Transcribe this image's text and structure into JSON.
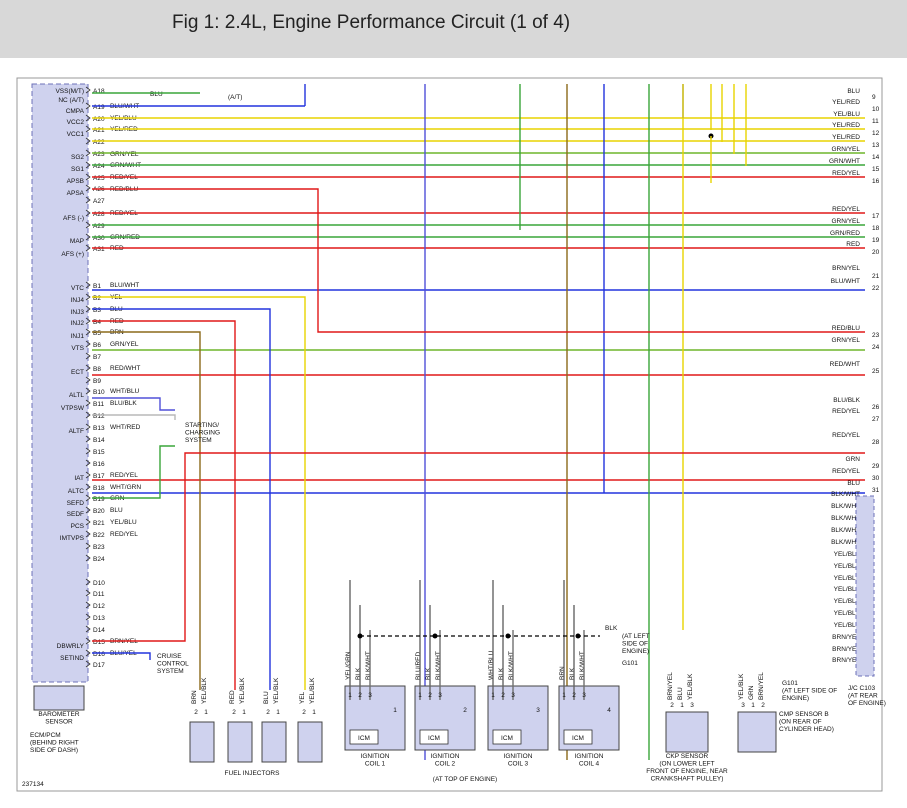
{
  "title": "Fig 1: 2.4L, Engine Performance Circuit (1 of 4)",
  "colors": {
    "blu": "#2233dd",
    "yel": "#e8d400",
    "red": "#e01818",
    "grn": "#3aa53a",
    "grnred": "#3aa53a",
    "grnyel": "#6fb52c",
    "brn": "#8b6a1a",
    "wht": "#b8b8b8",
    "blk": "#666666",
    "blkwht": "#707070",
    "ecm_fill": "#cfd2ee",
    "ecm_stroke": "#6d71b8",
    "violet": "#5050d8"
  },
  "left_labels": [
    "VSS(M/T)",
    "NC (A/T)",
    "CMPA",
    "VCC2",
    "VCC1",
    "SG2",
    "SG1",
    "APSB",
    "APSA",
    "AFS (-)",
    "MAP",
    "AFS (+)",
    "VTC",
    "INJ4",
    "INJ3",
    "INJ2",
    "INJ1",
    "VTS",
    "ECT",
    "ALTL",
    "VTPSW",
    "ALTF",
    "IAT",
    "ALTC",
    "SEFD",
    "SEDF",
    "PCS",
    "IMTVPS",
    "DBWRLY",
    "SETIND"
  ],
  "pins": [
    "A18",
    "A19",
    "A20",
    "A21",
    "A22",
    "A23",
    "A24",
    "A25",
    "A26",
    "A27",
    "A28",
    "A29",
    "A30",
    "A31",
    "B1",
    "B2",
    "B3",
    "B4",
    "B5",
    "B6",
    "B7",
    "B8",
    "B9",
    "B10",
    "B11",
    "B12",
    "B13",
    "B14",
    "B15",
    "B16",
    "B17",
    "B18",
    "B19",
    "B20",
    "B21",
    "B22",
    "B23",
    "B24",
    "D10",
    "D11",
    "D12",
    "D13",
    "D14",
    "D15",
    "D16",
    "D17"
  ],
  "wire_labels_left": [
    "BLU",
    "BLU/WHT",
    "YEL/BLU",
    "YEL/RED",
    "GRN/YEL",
    "GRN/WHT",
    "RED/YEL",
    "RED/BLU",
    "RED/YEL",
    "GRN/RED",
    "RED",
    "BLU/WHT",
    "YEL",
    "BLU",
    "RED",
    "BRN",
    "GRN/YEL",
    "RED/WHT",
    "WHT/BLU",
    "BLU/BLK",
    "WHT/RED",
    "RED/YEL",
    "WHT/GRN",
    "GRN",
    "BLU",
    "YEL/BLU",
    "RED/YEL",
    "BRN/YEL",
    "BLU/YEL",
    "(A/T)"
  ],
  "right_labels": [
    "BLU",
    "YEL/RED",
    "YEL/BLU",
    "YEL/RED",
    "YEL/RED",
    "GRN/YEL",
    "GRN/WHT",
    "RED/YEL",
    "RED/YEL",
    "GRN/YEL",
    "GRN/RED",
    "RED",
    "BRN/YEL",
    "BLU/WHT",
    "RED/BLU",
    "GRN/YEL",
    "RED/WHT",
    "BLU/BLK",
    "RED/YEL",
    "RED/YEL",
    "GRN",
    "RED/YEL",
    "BLU",
    "BLK/WHT",
    "BLK/WHT",
    "BLK/WHT",
    "BLK/WHT",
    "BLK/WHT",
    "YEL/BLK",
    "YEL/BLK",
    "YEL/BLK",
    "YEL/BLK",
    "YEL/BLK",
    "YEL/BLK",
    "YEL/BLK",
    "BRN/YEL",
    "BRN/YEL",
    "BRN/YEL"
  ],
  "right_numbers": [
    "9",
    "10",
    "11",
    "12",
    "13",
    "14",
    "15",
    "16",
    "17",
    "18",
    "19",
    "20",
    "21",
    "22",
    "23",
    "24",
    "25",
    "26",
    "27",
    "28",
    "29",
    "30",
    "31"
  ],
  "starting_charging": "STARTING/\nCHARGING\nSYSTEM",
  "cruise_control": "CRUISE\nCONTROL\nSYSTEM",
  "barometer": "BAROMETER\nSENSOR",
  "ecm": "ECM/PCM\n(BEHIND RIGHT\nSIDE OF DASH)",
  "fuel_injectors": "FUEL INJECTORS",
  "injector_pins": [
    [
      "2",
      "1"
    ],
    [
      "2",
      "1"
    ],
    [
      "2",
      "1"
    ],
    [
      "2",
      "1"
    ]
  ],
  "injector_wires": [
    [
      "BRN",
      "YEL/BLK"
    ],
    [
      "RED",
      "YEL/BLK"
    ],
    [
      "BLU",
      "YEL/BLK"
    ],
    [
      "YEL",
      "YEL/BLK"
    ]
  ],
  "coils": [
    {
      "name": "IGNITION\nCOIL 1",
      "wires": [
        "YEL/GRN",
        "BLK",
        "BLK/WHT"
      ],
      "num": "1"
    },
    {
      "name": "IGNITION\nCOIL 2",
      "wires": [
        "BLU/RED",
        "BLK",
        "BLK/WHT"
      ],
      "num": "2"
    },
    {
      "name": "IGNITION\nCOIL 3",
      "wires": [
        "WHT/BLU",
        "BLK",
        "BLK/WHT"
      ],
      "num": "3"
    },
    {
      "name": "IGNITION\nCOIL 4",
      "wires": [
        "BRN",
        "BLK",
        "BLK/WHT"
      ],
      "num": "4"
    }
  ],
  "coil_pins": [
    "1",
    "2",
    "3"
  ],
  "icm": "ICM",
  "top_of_engine": "(AT TOP OF ENGINE)",
  "ground_g101_top": "BLK",
  "ground_left_side": "(AT LEFT\nSIDE OF\nENGINE)",
  "ground_id": "G101",
  "ckp": {
    "label": "CKP SENSOR\n(ON LOWER LEFT\nFRONT OF ENGINE, NEAR\nCRANKSHAFT PULLEY)",
    "pins": [
      "2",
      "1",
      "3"
    ],
    "wires": [
      "BRN/YEL",
      "BLU",
      "YEL/BLK"
    ]
  },
  "cmp": {
    "label": "CMP SENSOR B\n(ON REAR OF\nCYLINDER HEAD)",
    "pins": [
      "3",
      "1",
      "2"
    ],
    "wires": [
      "YEL/BLK",
      "GRN",
      "BRN/YEL"
    ]
  },
  "g101_bottom": "G101\n(AT LEFT SIDE OF\nENGINE)",
  "jc": "J/C C103\n(AT REAR\nOF ENGINE)",
  "footer_id": "237134"
}
